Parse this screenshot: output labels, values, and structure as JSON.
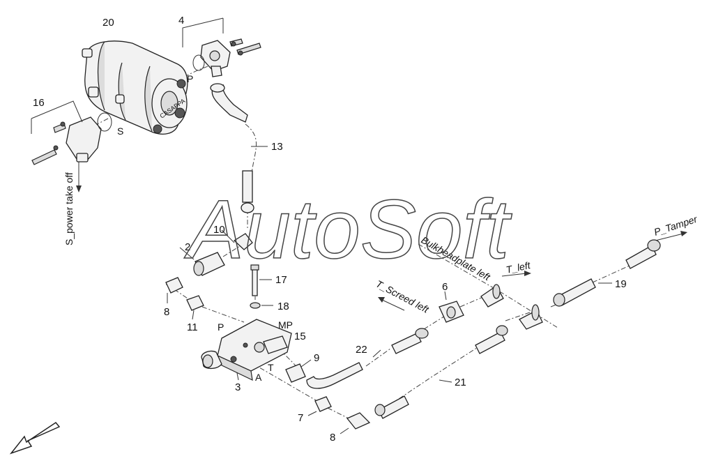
{
  "watermark": "AutoSoft",
  "callouts": [
    "20",
    "4",
    "16",
    "13",
    "10",
    "2",
    "17",
    "18",
    "8",
    "11",
    "15",
    "9",
    "6",
    "19",
    "22",
    "21",
    "3",
    "7",
    "8"
  ],
  "ports": [
    "P",
    "S",
    "P",
    "MP",
    "A",
    "T"
  ],
  "flow_labels": {
    "s_power_take_off": "S_power take off",
    "bulkheadplate_left": "Bulkheadplate left",
    "t_left": "T_left",
    "p_tamper": "P_Tamper",
    "t_screed_left": "T_Screed left"
  },
  "pump_brand": "CASAPPA"
}
